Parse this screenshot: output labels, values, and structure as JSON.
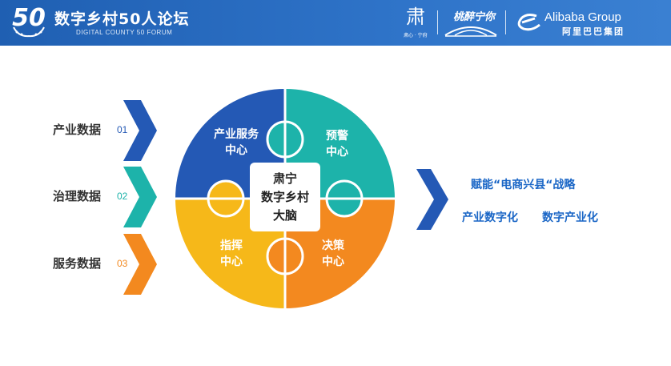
{
  "header": {
    "logo_number": "50",
    "title": "数字乡村50人论坛",
    "subtitle": "DIGITAL COUNTY 50 FORUM",
    "brand1_glyph": "肃",
    "brand1_caption": "肃心 · 宁府",
    "brand2_text": "桃醉宁你",
    "brand3_en": "Alibaba Group",
    "brand3_cn": "阿里巴巴集团",
    "bg_color": "#2a6cc2"
  },
  "inputs": [
    {
      "label": "产业数据",
      "num": "01",
      "color": "#2459b5"
    },
    {
      "label": "治理数据",
      "num": "02",
      "color": "#1db3aa"
    },
    {
      "label": "服务数据",
      "num": "03",
      "color": "#f3891f"
    }
  ],
  "puzzle": {
    "pieces": [
      {
        "label_line1": "产业服务",
        "label_line2": "中心",
        "color": "#2459b5"
      },
      {
        "label_line1": "预警",
        "label_line2": "中心",
        "color": "#1db3aa"
      },
      {
        "label_line1": "指挥",
        "label_line2": "中心",
        "color": "#f6b819"
      },
      {
        "label_line1": "决策",
        "label_line2": "中心",
        "color": "#f3891f"
      }
    ],
    "center": [
      "肃宁",
      "数字乡村",
      "大脑"
    ]
  },
  "outputs": {
    "line1": "赋能“电商兴县“战略",
    "line2a": "产业数字化",
    "line2b": "数字产业化"
  }
}
